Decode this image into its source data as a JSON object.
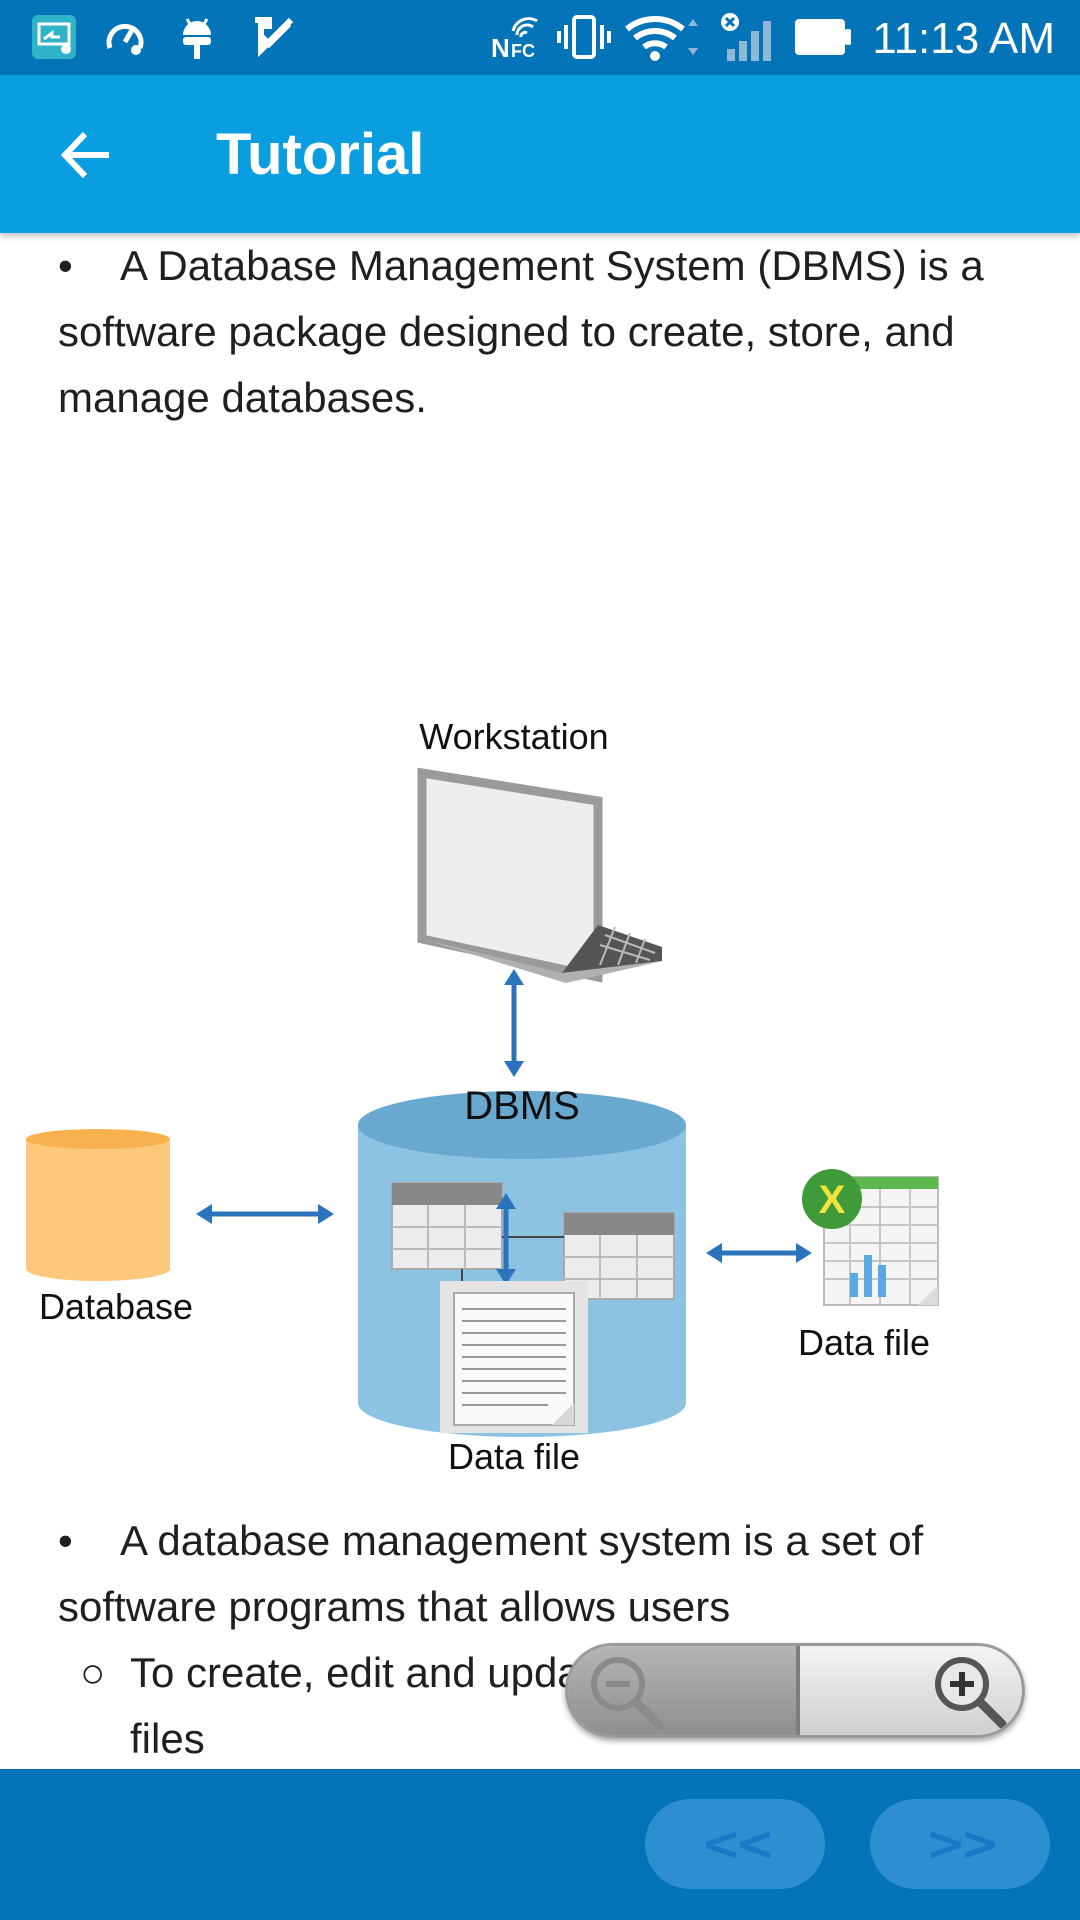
{
  "status_bar": {
    "time": "11:13 AM",
    "icons": [
      "screen-cast-icon",
      "speedometer-icon",
      "android-icon",
      "clipboard-check-icon",
      "nfc-icon",
      "vibrate-icon",
      "wifi-icon",
      "no-signal-icon",
      "battery-icon"
    ]
  },
  "app_bar": {
    "title": "Tutorial",
    "back_icon": "arrow-left-icon"
  },
  "content": {
    "para1": "A Database Management System (DBMS) is a software package designed to create, store, and manage databases.",
    "bullet": "•",
    "sub_bullet": "○",
    "para2": "A database management system is a set of software programs that allows users",
    "sub_item1": "To create, edit and update data in database files"
  },
  "diagram": {
    "workstation_label": "Workstation",
    "dbms_label": "DBMS",
    "database_label": "Database",
    "data_file_right_label": "Data file",
    "data_file_bottom_label": "Data file",
    "colors": {
      "dbms_body": "#8cc3e3",
      "dbms_top": "#6aa9cf",
      "database": "#fdc77c",
      "arrow": "#2a74bd"
    }
  },
  "zoom": {
    "zoom_out_icon": "zoom-out-icon",
    "zoom_in_icon": "zoom-in-icon"
  },
  "bottom_nav": {
    "prev_label": "<<",
    "next_label": ">>"
  }
}
